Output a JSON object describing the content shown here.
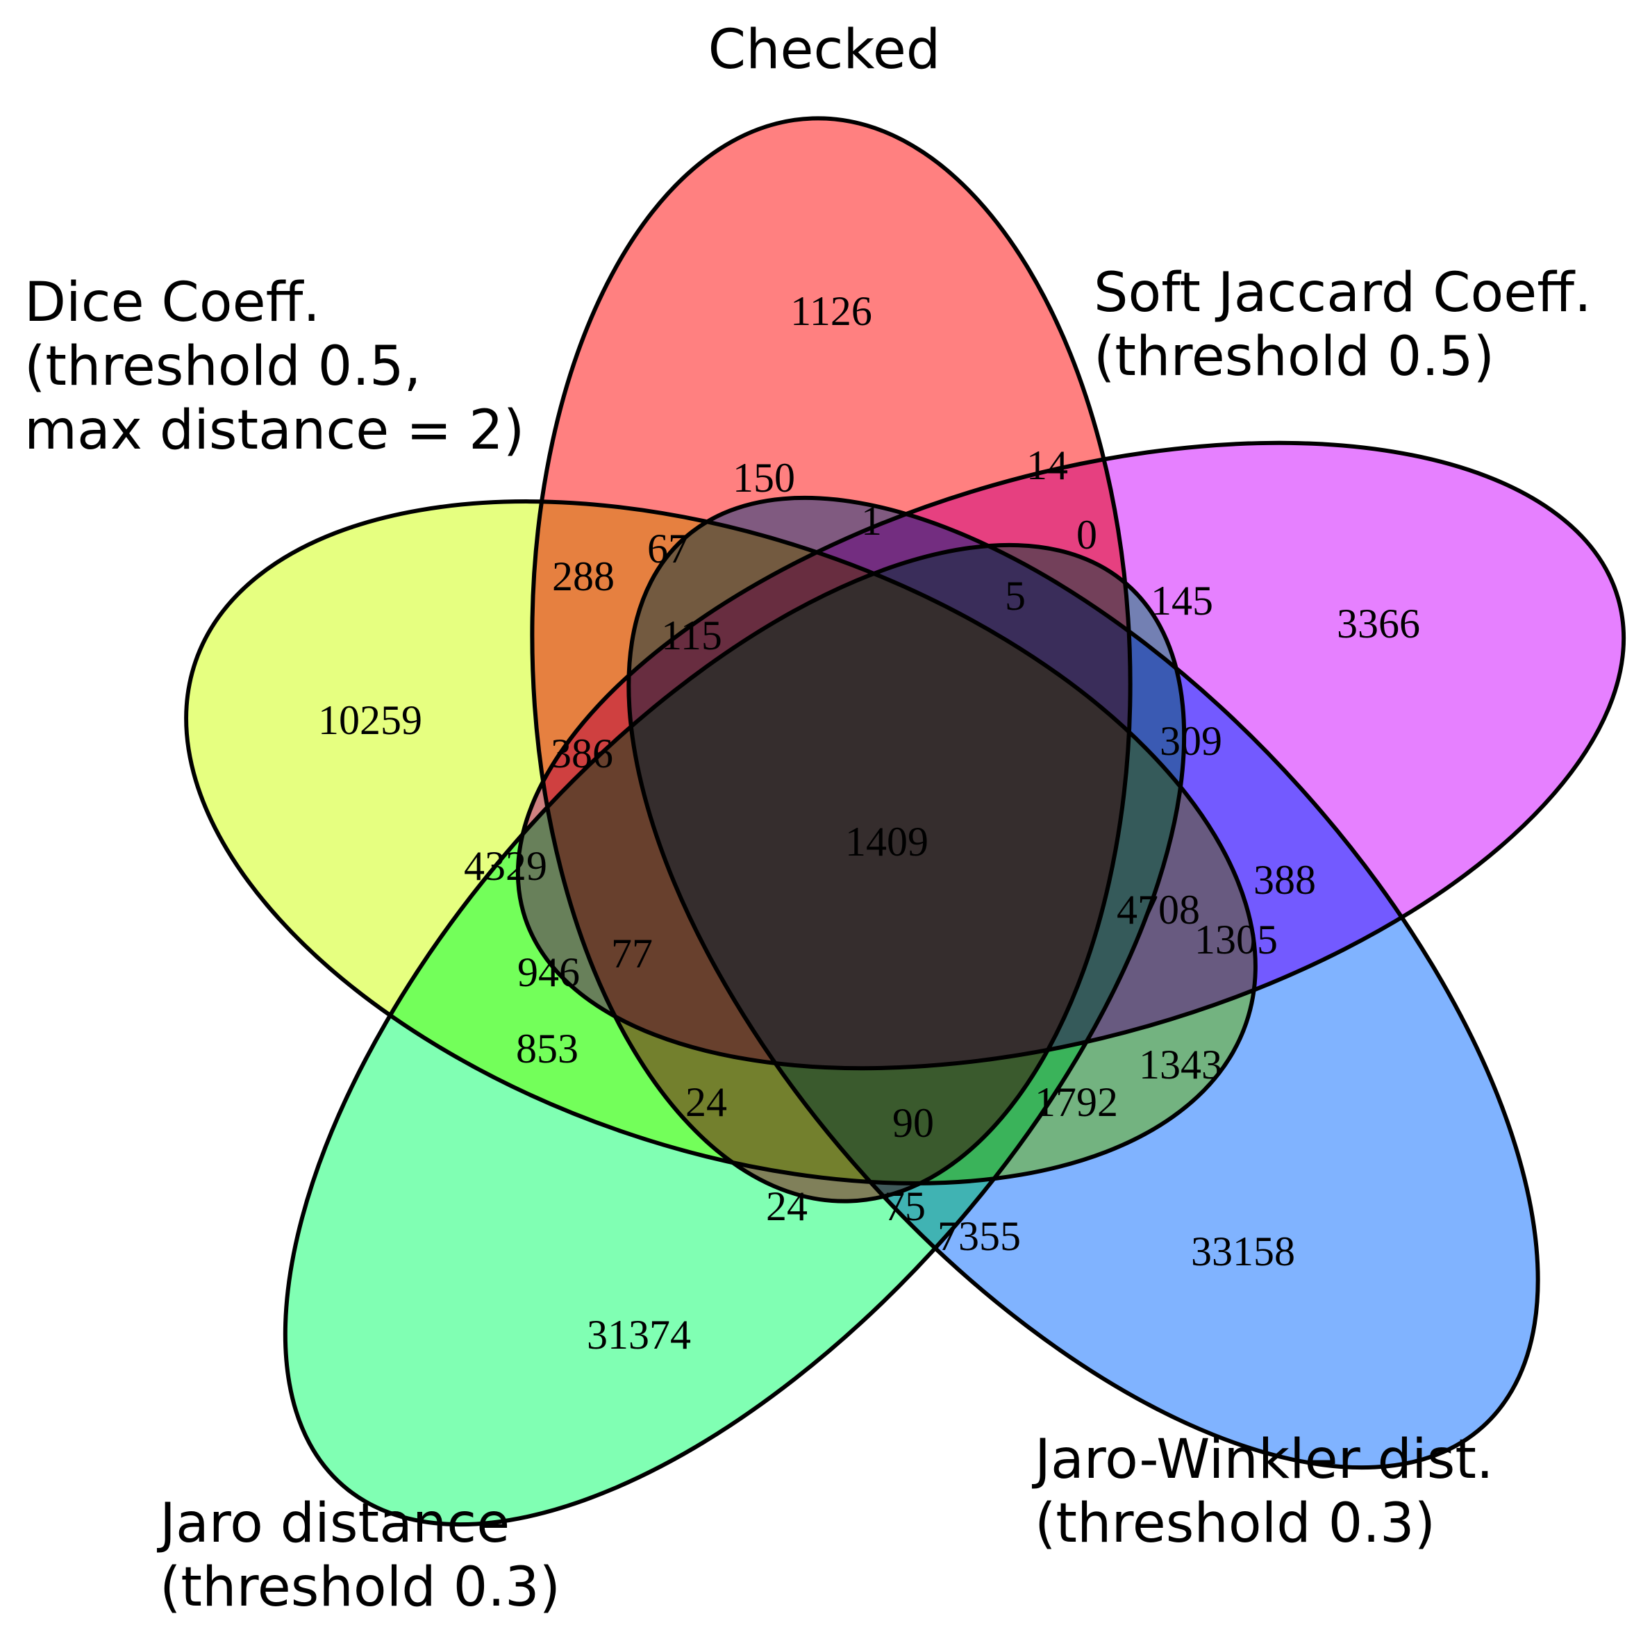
{
  "sets": [
    {
      "id": "checked",
      "label_lines": [
        "Checked"
      ],
      "color": "#ff8080"
    },
    {
      "id": "soft-jaccard",
      "label_lines": [
        "Soft Jaccard Coeff.",
        "(threshold 0.5)"
      ],
      "color": "#e680ff"
    },
    {
      "id": "jaro-winkler",
      "label_lines": [
        "Jaro-Winkler dist.",
        "(threshold 0.3)"
      ],
      "color": "#80b3ff"
    },
    {
      "id": "jaro",
      "label_lines": [
        "Jaro distance",
        "(threshold 0.3)"
      ],
      "color": "#80ffb3"
    },
    {
      "id": "dice",
      "label_lines": [
        "Dice Coeff.",
        "(threshold 0.5,",
        "max distance = 2)"
      ],
      "color": "#e6ff80"
    }
  ],
  "regions": [
    {
      "id": "checked-only",
      "value": "1126"
    },
    {
      "id": "soft-jaccard-only",
      "value": "3366"
    },
    {
      "id": "jaro-winkler-only",
      "value": "33158"
    },
    {
      "id": "jaro-only",
      "value": "31374"
    },
    {
      "id": "dice-only",
      "value": "10259"
    },
    {
      "id": "r-150",
      "value": "150"
    },
    {
      "id": "r-14",
      "value": "14"
    },
    {
      "id": "r-1",
      "value": "1"
    },
    {
      "id": "r-0",
      "value": "0"
    },
    {
      "id": "r-67",
      "value": "67"
    },
    {
      "id": "r-288",
      "value": "288"
    },
    {
      "id": "r-5",
      "value": "5"
    },
    {
      "id": "r-145",
      "value": "145"
    },
    {
      "id": "r-115",
      "value": "115"
    },
    {
      "id": "r-309",
      "value": "309"
    },
    {
      "id": "r-386",
      "value": "386"
    },
    {
      "id": "r-1409",
      "value": "1409"
    },
    {
      "id": "r-4329",
      "value": "4329"
    },
    {
      "id": "r-388",
      "value": "388"
    },
    {
      "id": "r-4708",
      "value": "4708"
    },
    {
      "id": "r-1305",
      "value": "1305"
    },
    {
      "id": "r-946",
      "value": "946"
    },
    {
      "id": "r-77",
      "value": "77"
    },
    {
      "id": "r-853",
      "value": "853"
    },
    {
      "id": "r-1343",
      "value": "1343"
    },
    {
      "id": "r-24a",
      "value": "24"
    },
    {
      "id": "r-1792",
      "value": "1792"
    },
    {
      "id": "r-90",
      "value": "90"
    },
    {
      "id": "r-24b",
      "value": "24"
    },
    {
      "id": "r-75",
      "value": "75"
    },
    {
      "id": "r-7355",
      "value": "7355"
    }
  ]
}
